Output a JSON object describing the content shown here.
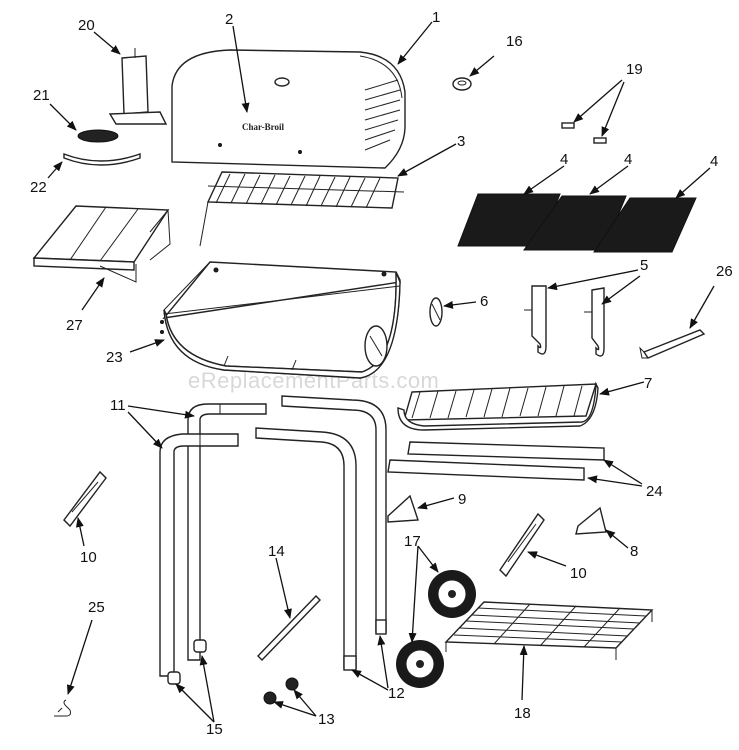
{
  "watermark": "eReplacementParts.com",
  "brand_mark": "Char-Broil",
  "callouts": [
    {
      "id": "1",
      "label": "1"
    },
    {
      "id": "2",
      "label": "2"
    },
    {
      "id": "3",
      "label": "3"
    },
    {
      "id": "4a",
      "label": "4"
    },
    {
      "id": "4b",
      "label": "4"
    },
    {
      "id": "4c",
      "label": "4"
    },
    {
      "id": "5",
      "label": "5"
    },
    {
      "id": "6",
      "label": "6"
    },
    {
      "id": "7",
      "label": "7"
    },
    {
      "id": "8",
      "label": "8"
    },
    {
      "id": "9",
      "label": "9"
    },
    {
      "id": "10a",
      "label": "10"
    },
    {
      "id": "10b",
      "label": "10"
    },
    {
      "id": "11",
      "label": "11"
    },
    {
      "id": "12",
      "label": "12"
    },
    {
      "id": "13",
      "label": "13"
    },
    {
      "id": "14",
      "label": "14"
    },
    {
      "id": "15",
      "label": "15"
    },
    {
      "id": "16",
      "label": "16"
    },
    {
      "id": "17",
      "label": "17"
    },
    {
      "id": "18",
      "label": "18"
    },
    {
      "id": "19",
      "label": "19"
    },
    {
      "id": "20",
      "label": "20"
    },
    {
      "id": "21",
      "label": "21"
    },
    {
      "id": "22",
      "label": "22"
    },
    {
      "id": "23",
      "label": "23"
    },
    {
      "id": "24",
      "label": "24"
    },
    {
      "id": "25",
      "label": "25"
    },
    {
      "id": "26",
      "label": "26"
    },
    {
      "id": "27",
      "label": "27"
    }
  ]
}
